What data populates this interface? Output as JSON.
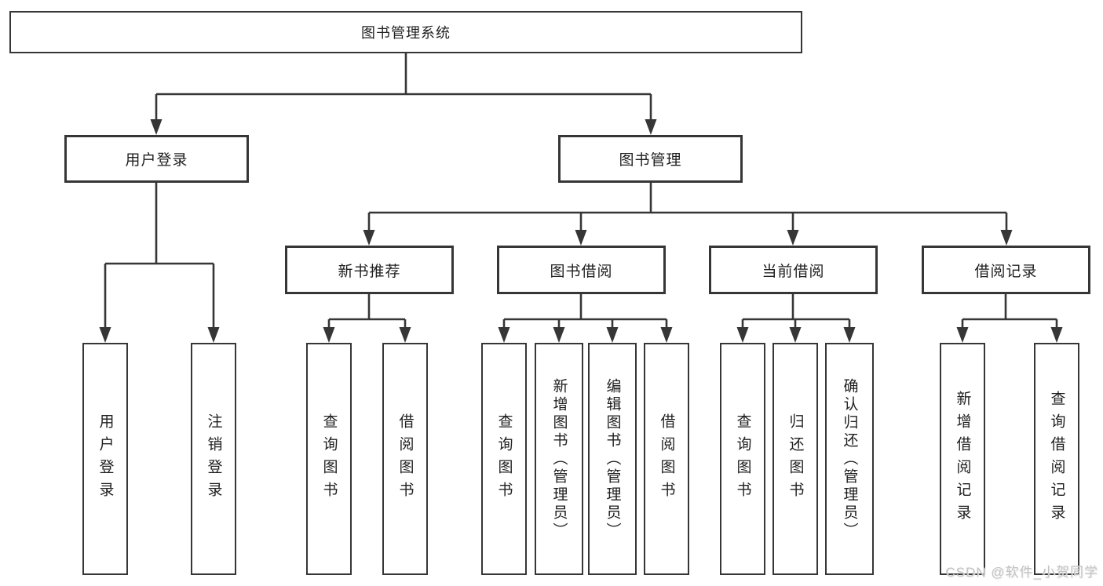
{
  "diagram_title": "图书管理系统",
  "tree": {
    "root": "图书管理系统",
    "user_branch": {
      "label": "用户登录",
      "children": [
        "用户登录",
        "注销登录"
      ]
    },
    "book_branch": {
      "label": "图书管理",
      "groups": [
        {
          "label": "新书推荐",
          "children": [
            "查询图书",
            "借阅图书"
          ]
        },
        {
          "label": "图书借阅",
          "children": [
            "查询图书",
            "新增图书（管理员）",
            "编辑图书（管理员）",
            "借阅图书"
          ]
        },
        {
          "label": "当前借阅",
          "children": [
            "查询图书",
            "归还图书",
            "确认归还（管理员）"
          ]
        },
        {
          "label": "借阅记录",
          "children": [
            "新增借阅记录",
            "查询借阅记录"
          ]
        }
      ]
    }
  },
  "watermark": {
    "text": "CSDN @软件_小贺同学",
    "color": "#c3c3c3"
  },
  "colors": {
    "line": "#363636",
    "box_border": "#363636",
    "text": "#1f1f1f",
    "background": "#ffffff"
  }
}
